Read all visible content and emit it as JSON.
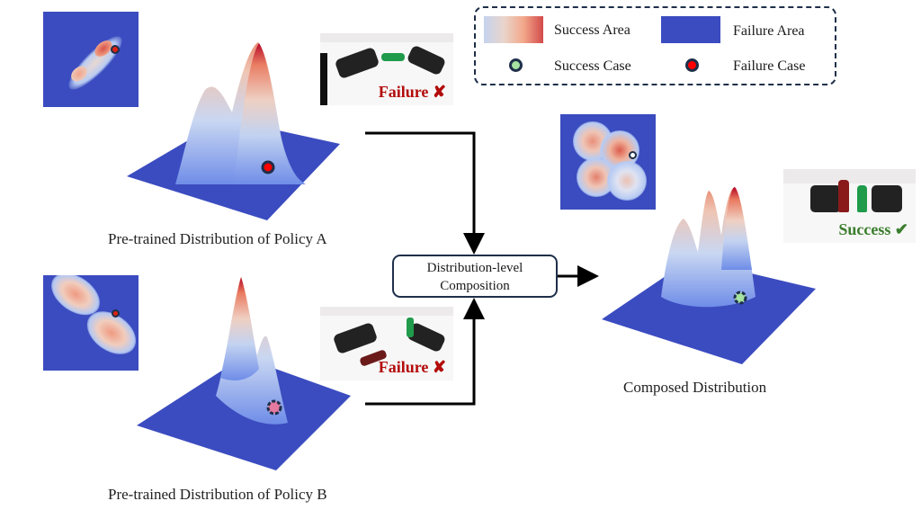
{
  "legend": {
    "success_area": "Success Area",
    "failure_area": "Failure Area",
    "success_case": "Success Case",
    "failure_case": "Failure Case"
  },
  "colors": {
    "failure_area": "#3b4cc0",
    "success_low": "#c6d4f0",
    "success_high": "#d24a4a",
    "peak_red": "#b40426",
    "success_case_fill": "#a6e3a1",
    "failure_case_fill": "#ff0000",
    "marker_border": "#1e2f4a",
    "failure_text": "#b30b0b",
    "success_text": "#3a7d2c"
  },
  "policy_a": {
    "caption": "Pre-trained Distribution of Policy A",
    "outcome": "Failure",
    "outcome_icon": "✘"
  },
  "policy_b": {
    "caption": "Pre-trained Distribution of Policy B",
    "outcome": "Failure",
    "outcome_icon": "✘"
  },
  "composition": {
    "line1": "Distribution-level",
    "line2": "Composition"
  },
  "composed": {
    "caption": "Composed Distribution",
    "outcome": "Success",
    "outcome_icon": "✔"
  }
}
